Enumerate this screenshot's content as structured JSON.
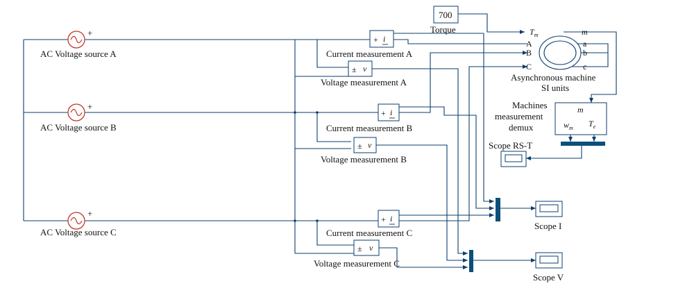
{
  "sources": {
    "a": {
      "label": "AC Voltage source A",
      "plus": "+"
    },
    "b": {
      "label": "AC Voltage source B",
      "plus": "+"
    },
    "c": {
      "label": "AC Voltage source C",
      "plus": "+"
    }
  },
  "current_meas": {
    "a": {
      "label": "Current measurement A",
      "plus": "+",
      "sym": "i"
    },
    "b": {
      "label": "Current measurement B",
      "plus": "+",
      "sym": "i"
    },
    "c": {
      "label": "Current measurement C",
      "plus": "+",
      "sym": "i"
    }
  },
  "voltage_meas": {
    "a": {
      "label": "Voltage measurement A",
      "pm": "±",
      "sym": "v"
    },
    "b": {
      "label": "Voltage measurement B",
      "pm": "±",
      "sym": "v"
    },
    "c": {
      "label": "Voltage measurement C",
      "pm": "±",
      "sym": "v"
    }
  },
  "torque": {
    "value": "700",
    "label": "Torque"
  },
  "machine": {
    "title_line1": "Asynchronous machine",
    "title_line2": "SI units",
    "port_tm": "T",
    "port_tm_sub": "m",
    "port_m": "m",
    "in_a": "A",
    "in_b": "B",
    "in_c": "C",
    "out_a": "a",
    "out_b": "b",
    "out_c": "c"
  },
  "demux": {
    "label_line1": "Machines",
    "label_line2": "measurement",
    "label_line3": "demux",
    "port_m": "m",
    "port_w": "w",
    "port_w_sub": "m",
    "port_t": "T",
    "port_t_sub": "e"
  },
  "scopes": {
    "rst": "Scope RS-T",
    "i": "Scope I",
    "v": "Scope V"
  },
  "colors": {
    "wire": "#0b3d6e",
    "source_ring": "#c0392b",
    "mux": "#0b4f7a"
  }
}
